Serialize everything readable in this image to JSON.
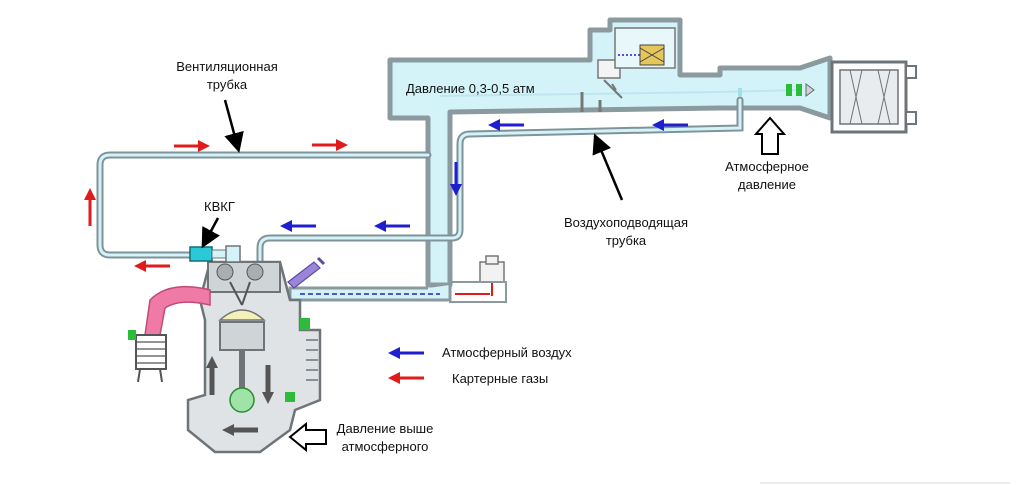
{
  "labels": {
    "vent_tube_line1": "Вентиляционная",
    "vent_tube_line2": "трубка",
    "pressure_intake": "Давление 0,3-0,5 атм",
    "atm_pressure_line1": "Атмосферное",
    "atm_pressure_line2": "давление",
    "kvkg": "КВКГ",
    "air_tube_line1": "Воздухоподводящая",
    "air_tube_line2": "трубка",
    "above_atm_line1": "Давление выше",
    "above_atm_line2": "атмосферного"
  },
  "legend": {
    "items": [
      {
        "label": "Атмосферный воздух",
        "color": "#1f1fd0"
      },
      {
        "label": "Картерные газы",
        "color": "#e01b1b"
      }
    ]
  },
  "colors": {
    "atmospheric_air": "#1f1fd0",
    "crankcase_gas": "#e01b1b",
    "pipe_fill": "#d3f3f9",
    "pipe_stroke": "#8a9a9f",
    "engine_fill": "#dfe3e6",
    "engine_stroke": "#6f7478"
  }
}
